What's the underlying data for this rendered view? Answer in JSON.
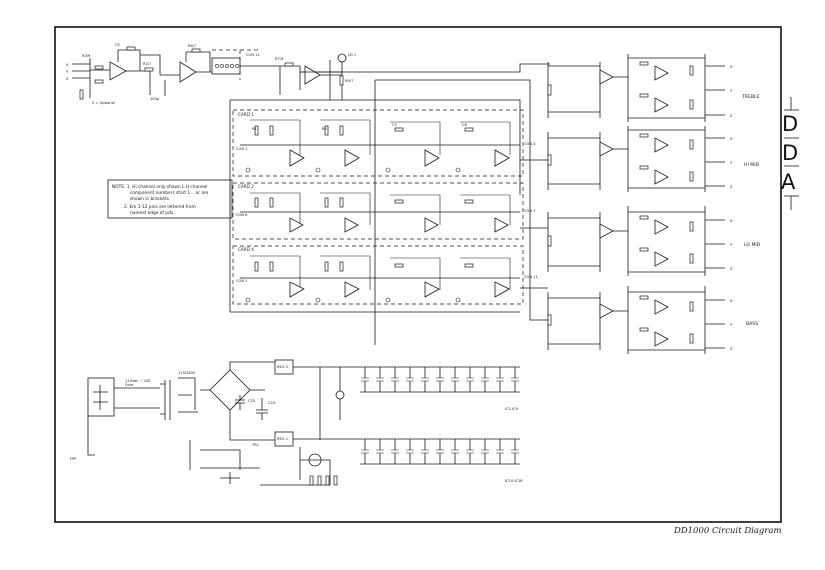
{
  "logo": {
    "letters": [
      "D",
      "D",
      "A"
    ]
  },
  "caption": "DD1000 Circuit Diagram",
  "notes": {
    "line1a": "NOTE: 1. Hi channel only shown L.H channel",
    "line1b": "component numbers start 1... or are",
    "line1c": "shown in brackets.",
    "line2a": "2. Em 1-12 pins are lettered from",
    "line2b": "nearest edge of pcb."
  },
  "optional_note": "0 = Optional",
  "band_labels": [
    "TREBLE",
    "HI MID",
    "LO MID",
    "BASS"
  ],
  "card_labels": [
    "CARD 1",
    "CARD 2",
    "CARD 4"
  ],
  "power_labels": {
    "mains": "115Vac ~ 240",
    "fuse": "240 ac",
    "reg_pos": "REG 2",
    "reg_neg": "REG 1",
    "cap_main": "C24",
    "cap_ref": "C23"
  }
}
